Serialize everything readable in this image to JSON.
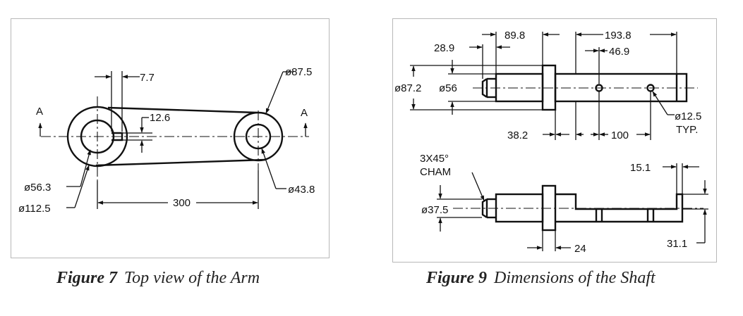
{
  "figure7": {
    "caption_number": "Figure 7",
    "caption_text": "Top view of the Arm",
    "labels": {
      "dim_7_7": "7.7",
      "dim_87_5": "ø87.5",
      "dim_12_6": "12.6",
      "section_a_left": "A",
      "section_a_right": "A",
      "dim_56_3": "ø56.3",
      "dim_112_5": "ø112.5",
      "dim_300": "300",
      "dim_43_8": "ø43.8"
    }
  },
  "figure9": {
    "caption_number": "Figure 9",
    "caption_text": "Dimensions of the Shaft",
    "labels": {
      "dim_89_8": "89.8",
      "dim_193_8": "193.8",
      "dim_28_9": "28.9",
      "dim_46_9": "46.9",
      "dim_87_2": "ø87.2",
      "dim_56": "ø56",
      "dim_38_2": "38.2",
      "dim_100": "100",
      "dim_12_5": "ø12.5",
      "typ": "TYP.",
      "cham_1": "3X45°",
      "cham_2": "CHAM",
      "dim_15_1": "15.1",
      "dim_37_5": "ø37.5",
      "dim_24": "24",
      "dim_31_1": "31.1"
    }
  }
}
